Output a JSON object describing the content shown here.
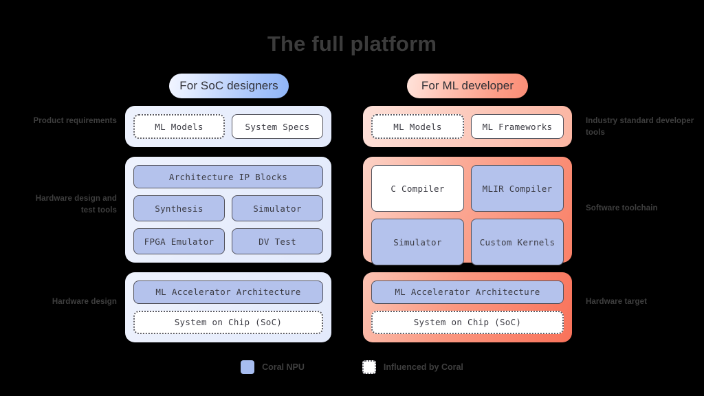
{
  "title": "The full platform",
  "columns": {
    "left": {
      "pill_label": "For SoC designers",
      "rows": [
        {
          "boxes": [
            {
              "label": "ML Models",
              "style": "dotted"
            },
            {
              "label": "System Specs",
              "style": "white"
            }
          ]
        },
        {
          "boxes": [
            {
              "label": "Architecture IP Blocks",
              "style": "blue"
            },
            {
              "label": "Synthesis",
              "style": "blue"
            },
            {
              "label": "Simulator",
              "style": "blue"
            },
            {
              "label": "FPGA Emulator",
              "style": "blue"
            },
            {
              "label": "DV Test",
              "style": "blue"
            }
          ]
        },
        {
          "boxes": [
            {
              "label": "ML Accelerator Architecture",
              "style": "blue"
            },
            {
              "label": "System on Chip (SoC)",
              "style": "dotted"
            }
          ]
        }
      ]
    },
    "right": {
      "pill_label": "For ML developer",
      "rows": [
        {
          "boxes": [
            {
              "label": "ML Models",
              "style": "dotted"
            },
            {
              "label": "ML Frameworks",
              "style": "white"
            }
          ]
        },
        {
          "boxes": [
            {
              "label": "C Compiler",
              "style": "white"
            },
            {
              "label": "MLIR Compiler",
              "style": "blue"
            },
            {
              "label": "Simulator",
              "style": "blue"
            },
            {
              "label": "Custom Kernels",
              "style": "blue"
            }
          ]
        },
        {
          "boxes": [
            {
              "label": "ML Accelerator Architecture",
              "style": "blue"
            },
            {
              "label": "System on Chip (SoC)",
              "style": "dotted"
            }
          ]
        }
      ]
    }
  },
  "row_labels": {
    "left": [
      "Product requirements",
      "Hardware design and test tools",
      "Hardware design"
    ],
    "right": [
      "Industry standard developer tools",
      "Software toolchain",
      "Hardware target"
    ]
  },
  "legend": [
    {
      "label": "Coral NPU",
      "swatch": "blue-square-icon"
    },
    {
      "label": "Influenced by Coral",
      "swatch": "dotted-square-icon"
    }
  ],
  "colors": {
    "background": "#000000",
    "title_text": "#3c3c3c",
    "coral_npu_fill": "#b4c2ec",
    "box_border": "#52525c",
    "panel_left_bg": "#e8edfb",
    "panel_right_bg": "#fa8a72",
    "pill_soc": "#8fb5f7",
    "pill_ml": "#fa8d76",
    "label_text": "#3f3f3f"
  }
}
